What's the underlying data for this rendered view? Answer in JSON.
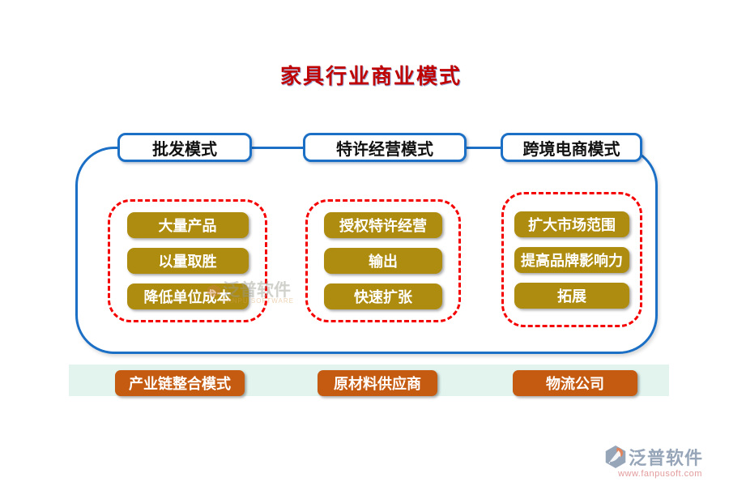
{
  "title": "家具行业商业模式",
  "tabs": [
    {
      "label": "批发模式"
    },
    {
      "label": "特许经营模式"
    },
    {
      "label": "跨境电商模式"
    }
  ],
  "columns": [
    {
      "items": [
        "大量产品",
        "以量取胜",
        "降低单位成本"
      ]
    },
    {
      "items": [
        "授权特许经营",
        "输出",
        "快速扩张"
      ]
    },
    {
      "items": [
        "扩大市场范围",
        "提高品牌影响力",
        "拓展"
      ]
    }
  ],
  "bottom_row": {
    "items": [
      "产业链整合模式",
      "原材料供应商",
      "物流公司"
    ]
  },
  "watermark": {
    "text": "泛普软件",
    "subtext": "FANPU SOFTWARE"
  },
  "logo": {
    "brand": "泛普软件",
    "url": "www.fanpusoft.com"
  },
  "colors": {
    "title_red": "#C00000",
    "outline_blue": "#1B6FC5",
    "dashed_red": "#F50000",
    "gold_button": "#AE8C10",
    "orange_button": "#C55A11",
    "mint_strip": "#E3F4EF",
    "logo_gray": "#96A5B8",
    "url_pink": "#E39C9C"
  }
}
